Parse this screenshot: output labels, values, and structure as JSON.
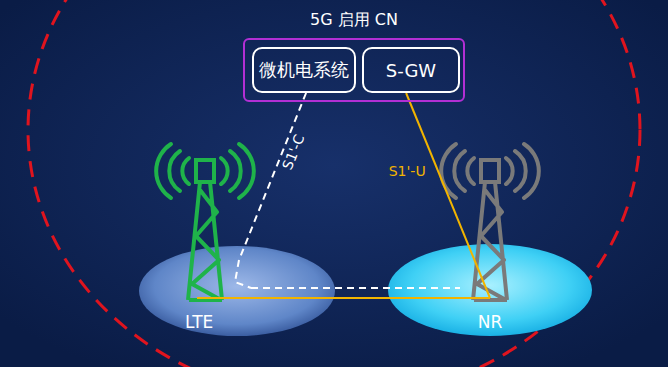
{
  "diagram": {
    "nodes": [
      {
        "text": [
          "5G 启用 CN"
        ]
      },
      {
        "text": [
          "微机电系统"
        ],
        "in": 0
      },
      {
        "text": [
          "S-GW"
        ],
        "in": 0
      },
      {
        "text": [
          "LTE"
        ]
      },
      {
        "text": [
          "NR"
        ]
      }
    ],
    "edges": [
      {
        "from": 1,
        "to": 3,
        "arrow": "none",
        "label": "S1'-C"
      },
      {
        "from": 3,
        "to": 4,
        "arrow": "none"
      },
      {
        "from": 2,
        "to": 4,
        "arrow": "none",
        "label": "S1'-U"
      },
      {
        "from": 3,
        "to": 4,
        "arrow": "none"
      }
    ]
  }
}
